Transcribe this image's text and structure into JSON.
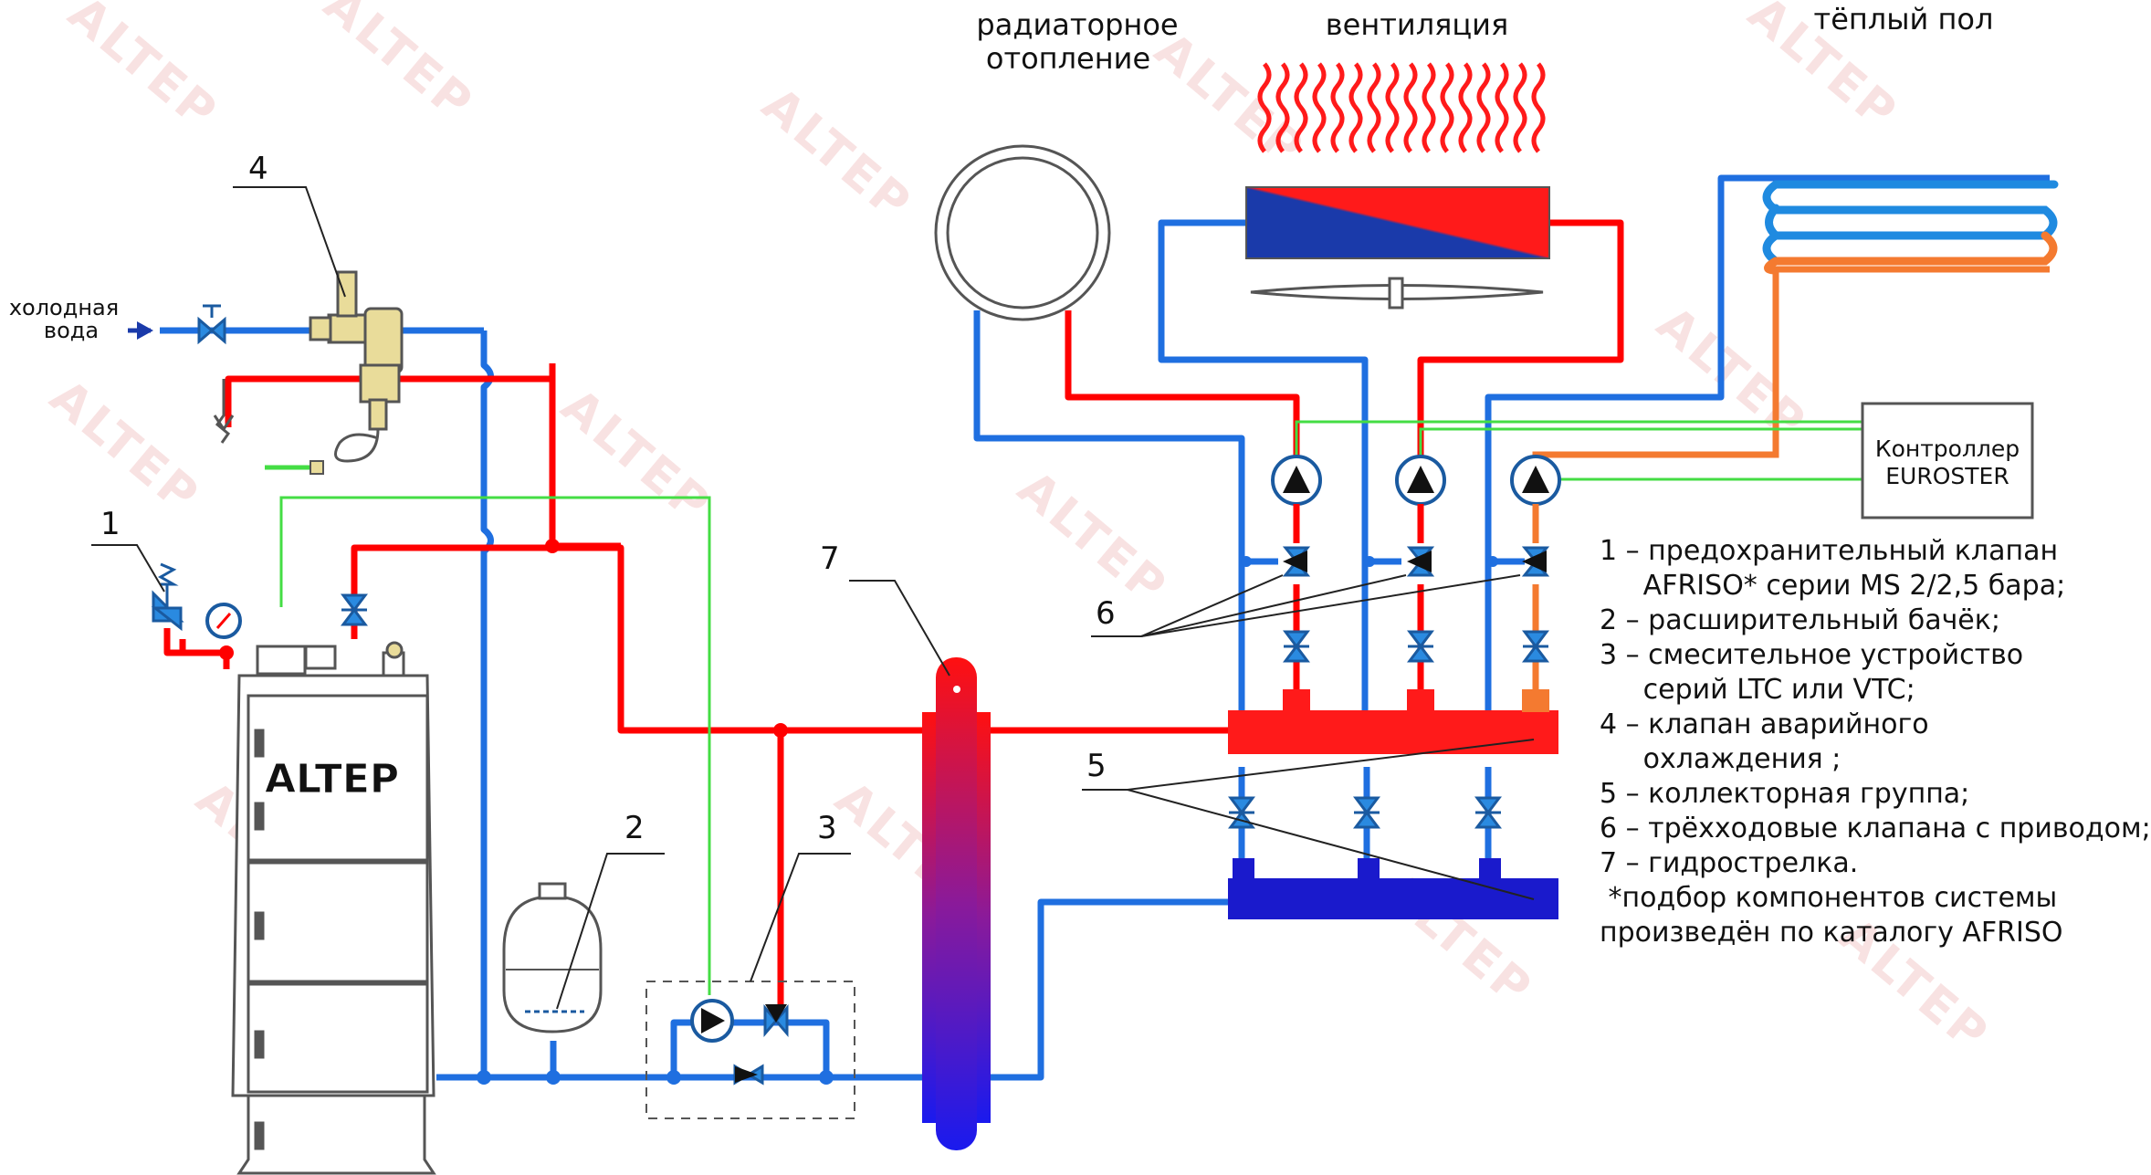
{
  "headers": {
    "radiator_line1": "радиаторное",
    "radiator_line2": "отопление",
    "ventilation": "вентиляция",
    "floor_heating": "тёплый пол"
  },
  "cold_water": {
    "line1": "холодная",
    "line2": "вода"
  },
  "boiler_brand": "ALTEP",
  "watermark": "ALTEP",
  "controller": {
    "line1": "Контроллер",
    "line2": "EUROSTER"
  },
  "callouts": [
    "1",
    "2",
    "3",
    "4",
    "5",
    "6",
    "7"
  ],
  "legend": [
    "1 – предохранительный клапан",
    "     AFRISO* серии MS 2/2,5 бара;",
    "2 – расширительный бачёк;",
    "3 – смесительное устройство",
    "     серий LTC или VTC;",
    "4 – клапан аварийного",
    "     охлаждения ;",
    "5 – коллекторная группа;",
    "6 – трёхходовые клапана с приводом;",
    "7 – гидрострелка.",
    " *подбор компонентов системы",
    "произведён по каталогу AFRISO"
  ],
  "colors": {
    "supply": "#ff0000",
    "return": "#1f6fe0",
    "floor_loop": "#f47a30",
    "signal": "#33cc33",
    "hot_collector": "#ff1a1a",
    "cold_collector": "#1a1acc"
  }
}
